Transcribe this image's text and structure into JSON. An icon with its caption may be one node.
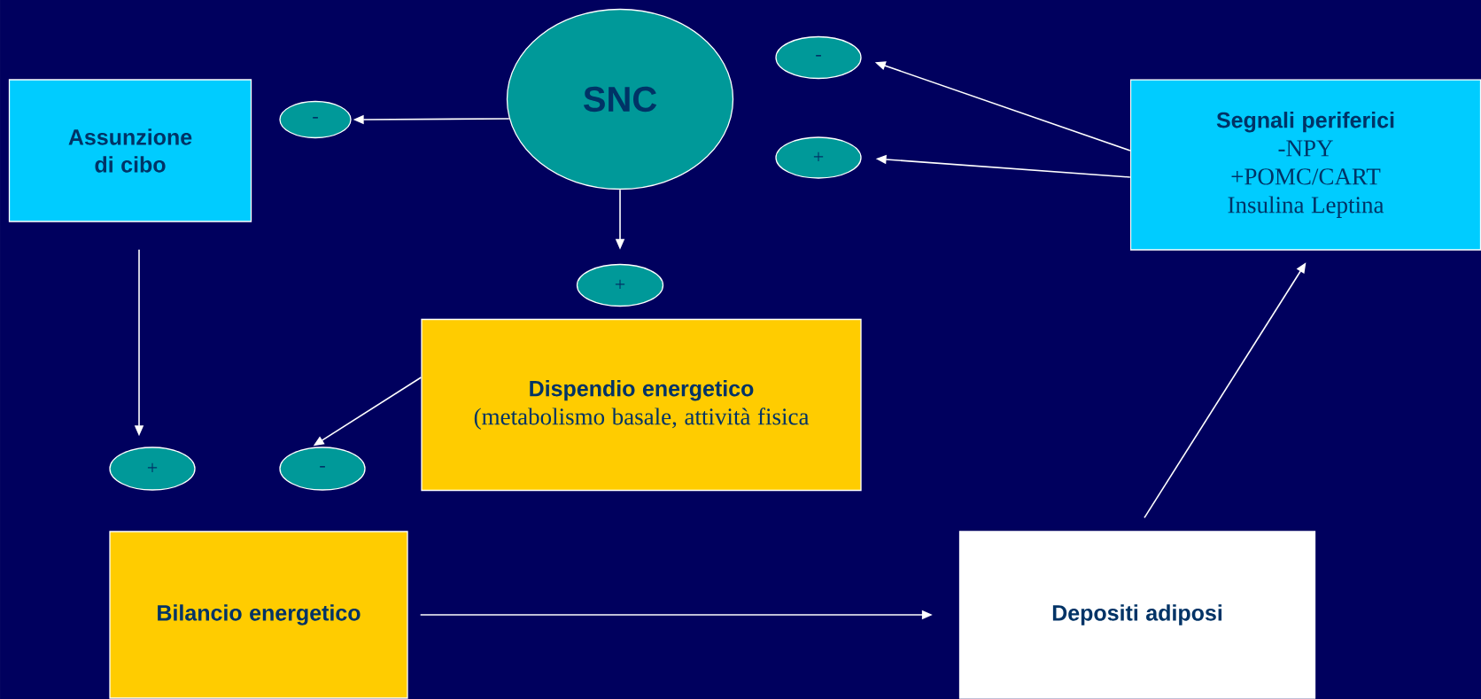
{
  "diagram": {
    "nodes": [
      {
        "text": [
          "Assunzione di cibo"
        ]
      },
      {
        "text": [
          "-"
        ]
      },
      {
        "text": [
          "SNC"
        ]
      },
      {
        "text": [
          "-"
        ]
      },
      {
        "text": [
          "+"
        ]
      },
      {
        "text": [
          "Segnali periferici",
          "-NPY",
          "+POMC/CART",
          "Insulina Leptina"
        ]
      },
      {
        "text": [
          "+"
        ]
      },
      {
        "text": [
          "Dispendio energetico",
          "(metabolismo basale, attività fisica"
        ]
      },
      {
        "text": [
          "+"
        ]
      },
      {
        "text": [
          "-"
        ]
      },
      {
        "text": [
          "Bilancio energetico"
        ]
      },
      {
        "text": [
          "Depositi adiposi"
        ]
      }
    ],
    "edges": [
      {
        "from": 2,
        "to": 1,
        "arrow": "to"
      },
      {
        "from": 5,
        "to": 3,
        "arrow": "to"
      },
      {
        "from": 5,
        "to": 4,
        "arrow": "to"
      },
      {
        "from": 2,
        "to": 6,
        "arrow": "to"
      },
      {
        "from": 0,
        "to": 8,
        "arrow": "to"
      },
      {
        "from": 7,
        "to": 9,
        "arrow": "to"
      },
      {
        "from": 10,
        "to": 11,
        "arrow": "to"
      },
      {
        "from": 11,
        "to": 5,
        "arrow": "to"
      }
    ]
  }
}
